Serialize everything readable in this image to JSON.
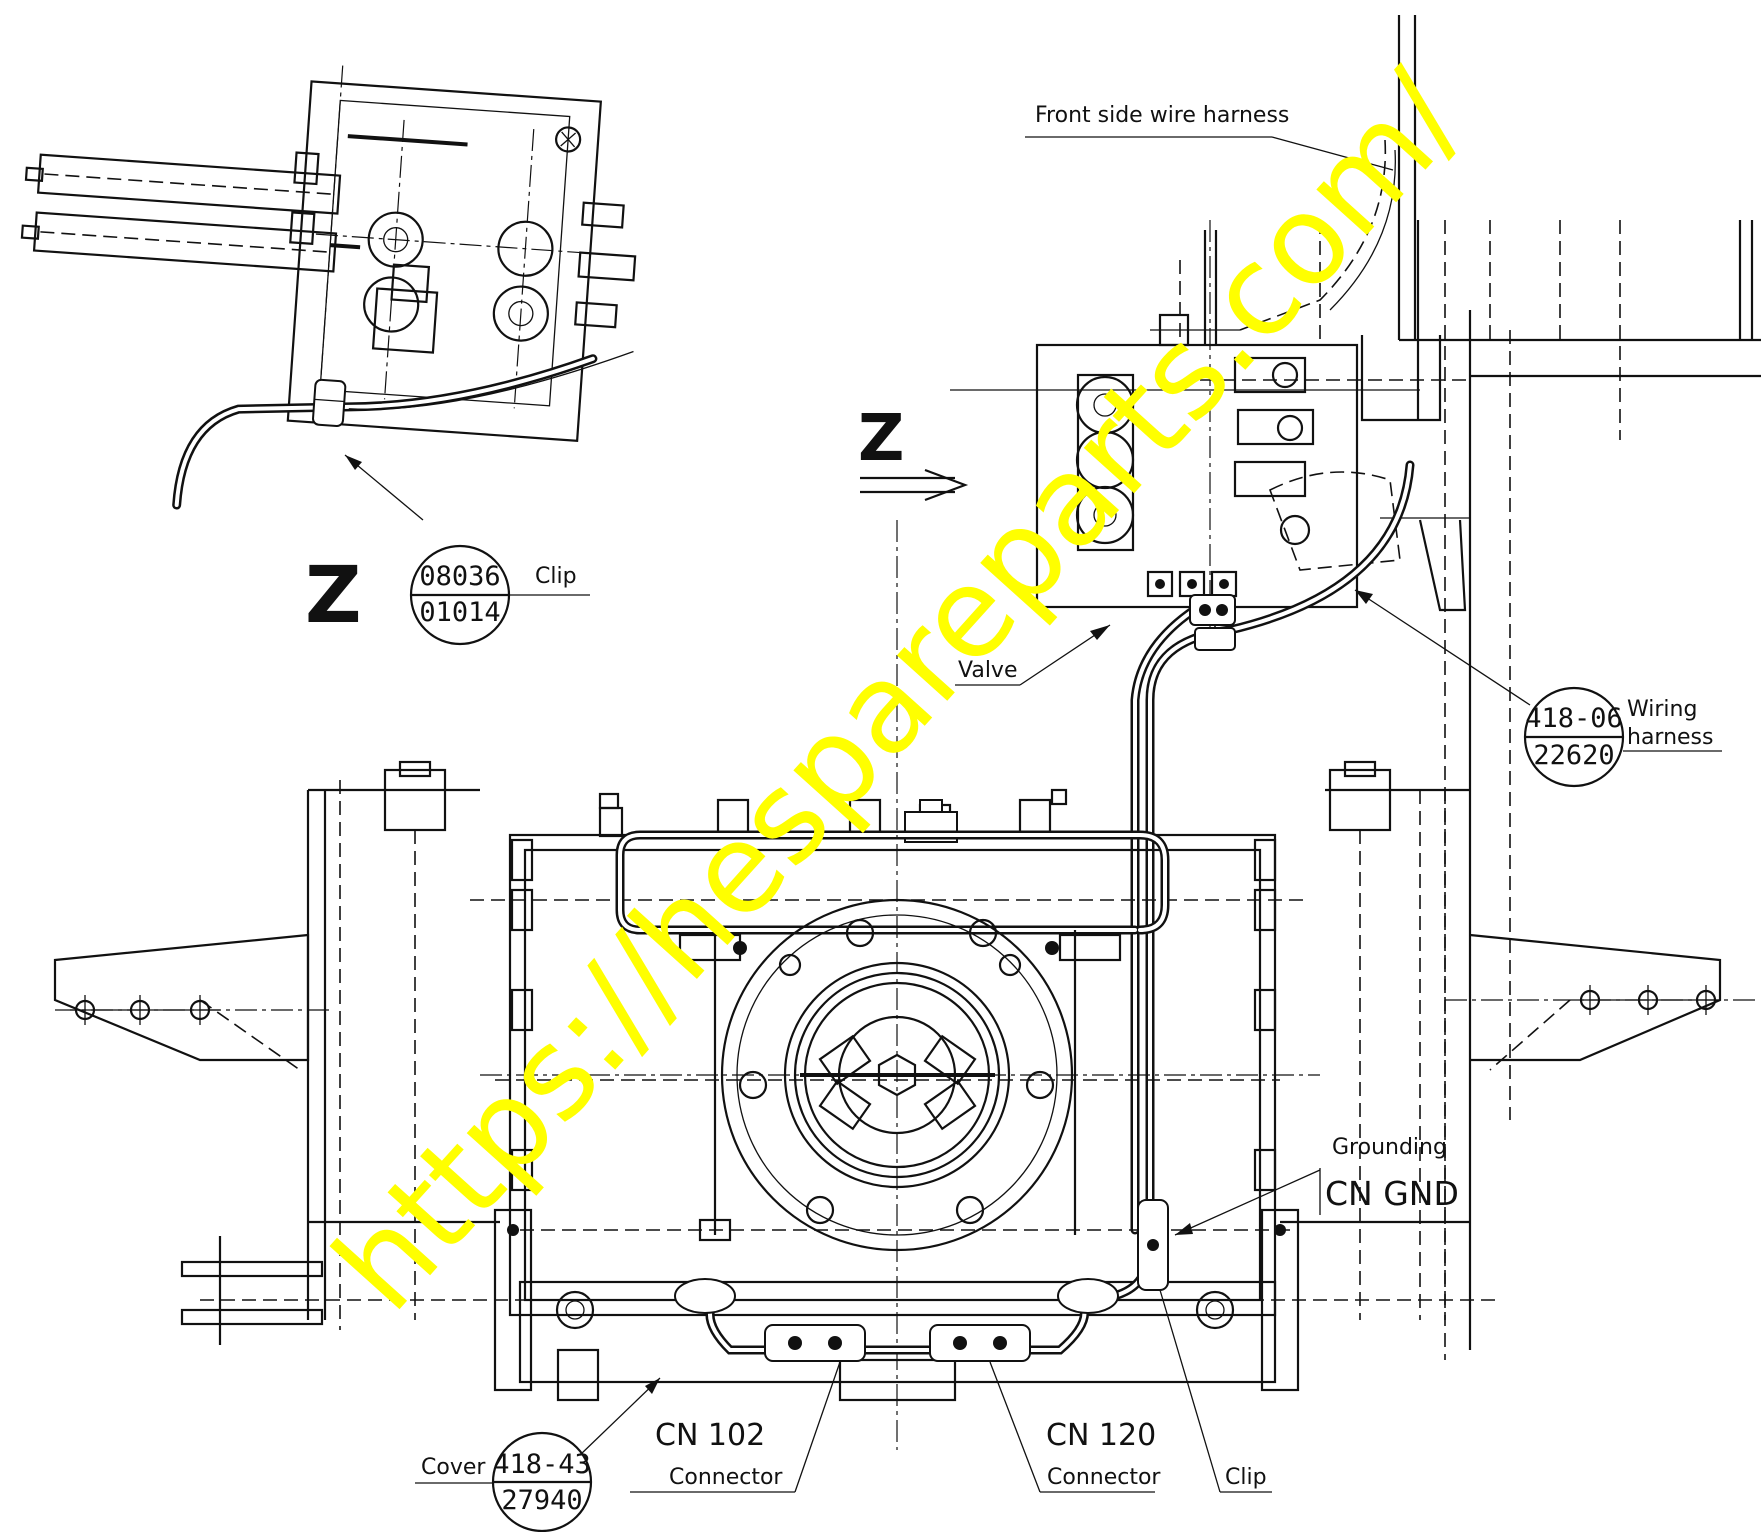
{
  "view_labels": {
    "inset_view": "Z",
    "main_arrow": "Z"
  },
  "callouts": {
    "front_harness": "Front side wire harness",
    "valve": "Valve",
    "wiring_harness_line1": "Wiring",
    "wiring_harness_line2": "harness",
    "grounding": "Grounding",
    "cn_gnd": "CN GND",
    "cn102_code": "CN 102",
    "cn102_name": "Connector",
    "cn120_code": "CN 120",
    "cn120_name": "Connector",
    "clip_bottom": "Clip",
    "cover": "Cover",
    "clip_inset": "Clip"
  },
  "part_numbers": {
    "clip": {
      "top": "08036",
      "bottom": "01014"
    },
    "wiring_harness": {
      "top": "418-06",
      "bottom": "22620"
    },
    "cover": {
      "top": "418-43",
      "bottom": "27940"
    }
  },
  "watermark": {
    "text": "https://hespareparts.com/",
    "color": "#ffff00"
  }
}
